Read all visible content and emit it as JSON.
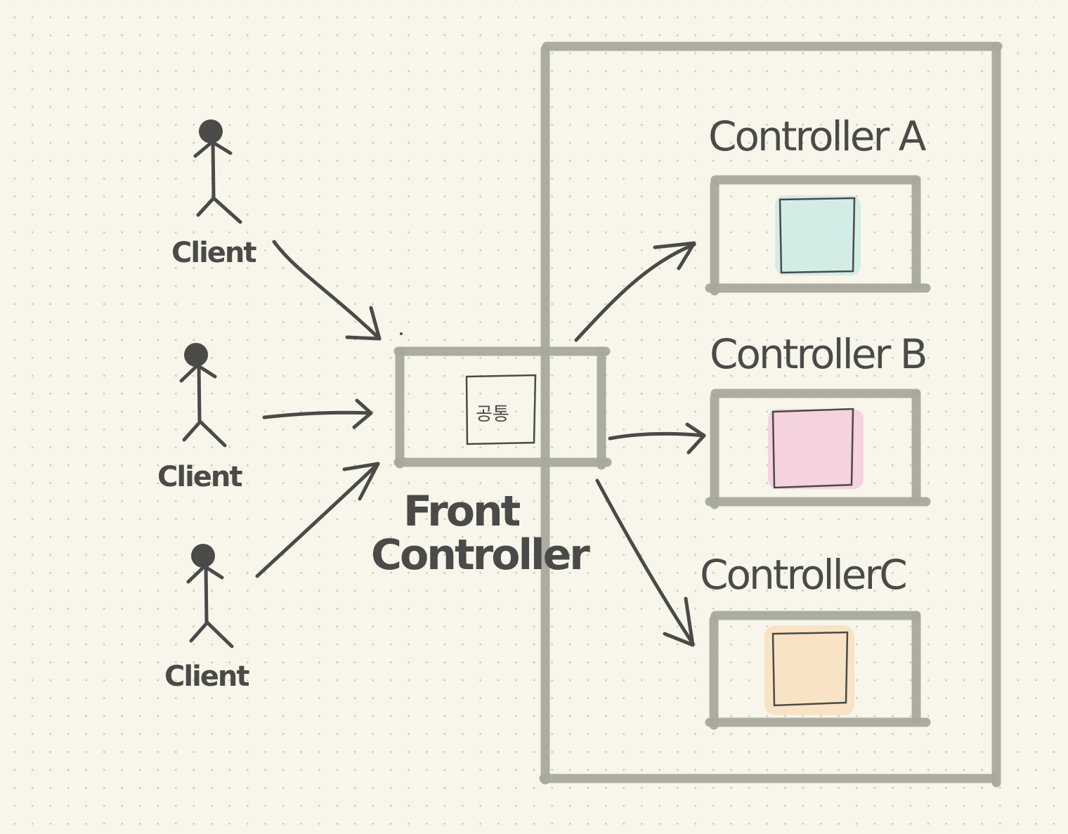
{
  "labels": {
    "client_1": "Client",
    "client_2": "Client",
    "client_3": "Client",
    "front_line1": "Front",
    "front_line2": "Controller",
    "common": "공통",
    "controller_a": "Controller A",
    "controller_b": "Controller B",
    "controller_c": "ControllerC"
  },
  "colors": {
    "background": "#f8f6ea",
    "dots": "#cfcdc0",
    "box_stroke": "#a9a89d",
    "pen": "#4a4a48",
    "controller_a_fill": "#d3ede6",
    "controller_b_fill": "#f5d3de",
    "controller_c_fill": "#f8e3c4"
  }
}
